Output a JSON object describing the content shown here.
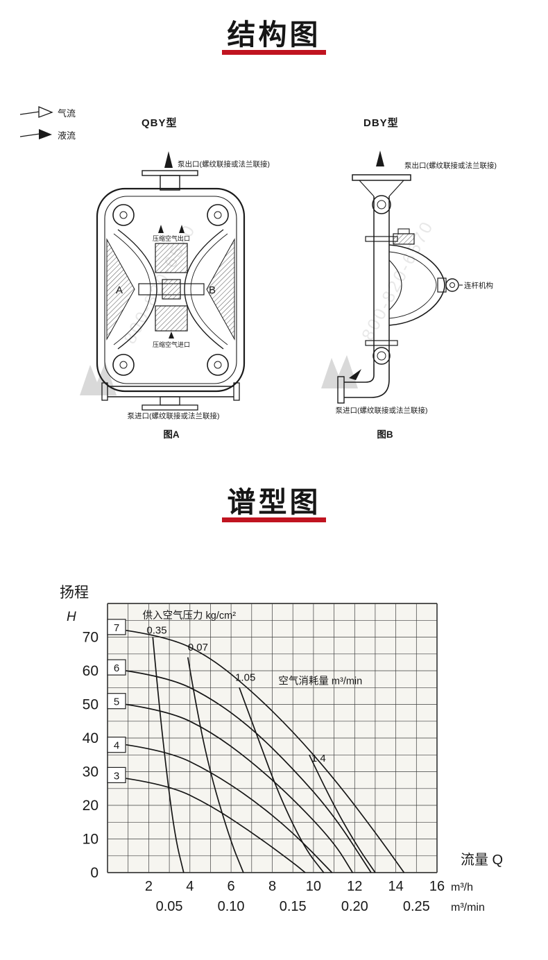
{
  "page": {
    "background": "#ffffff",
    "accent_red": "#c01420"
  },
  "watermark": {
    "phone": "800-820-6570"
  },
  "structure_section": {
    "title": "结构图",
    "legend": {
      "air_label": "气流",
      "liquid_label": "液流"
    },
    "qby": {
      "type_label": "QBY型",
      "outlet_label": "泵出口(螺纹联接或法兰联接)",
      "air_outlet_label": "压缩空气出口",
      "air_inlet_label": "压缩空气进口",
      "chamber_a_label": "A",
      "chamber_b_label": "B",
      "inlet_label": "泵进口(螺纹联接或法兰联接)",
      "caption": "图A"
    },
    "dby": {
      "type_label": "DBY型",
      "outlet_label": "泵出口(螺纹联接或法兰联接)",
      "rod_label": "连杆机构",
      "inlet_label": "泵进口(螺纹联接或法兰联接)",
      "caption": "图B"
    }
  },
  "performance_section": {
    "title": "谱型图"
  },
  "chart_data": {
    "type": "line",
    "ylabel": "扬程",
    "ylabel_symbol": "H",
    "xlabel": "流量 Q",
    "x_unit_row1": "m³/h",
    "x_unit_row2": "m³/min",
    "xlim": [
      0,
      16
    ],
    "ylim": [
      0,
      80
    ],
    "grid": true,
    "grid_step_x": 1,
    "grid_step_y": 5,
    "y_ticks": [
      70,
      60,
      50,
      40,
      30,
      20,
      10,
      0
    ],
    "x_ticks_m3h": [
      2,
      4,
      6,
      8,
      10,
      12,
      14,
      16
    ],
    "x_ticks_m3min": [
      {
        "label": "0.05",
        "x_m3h": 3
      },
      {
        "label": "0.10",
        "x_m3h": 6
      },
      {
        "label": "0.15",
        "x_m3h": 9
      },
      {
        "label": "0.20",
        "x_m3h": 12
      },
      {
        "label": "0.25",
        "x_m3h": 15
      }
    ],
    "pressure_boxes": [
      {
        "label": "7",
        "h": 73
      },
      {
        "label": "6",
        "h": 61
      },
      {
        "label": "5",
        "h": 51
      },
      {
        "label": "4",
        "h": 38
      },
      {
        "label": "3",
        "h": 29
      }
    ],
    "annotations": [
      {
        "text": "供入空气压力 kg/cm²",
        "x": 1.7,
        "y": 75.5
      },
      {
        "text": "0.35",
        "x": 1.9,
        "y": 71
      },
      {
        "text": "0.07",
        "x": 3.9,
        "y": 66
      },
      {
        "text": "1.05",
        "x": 6.2,
        "y": 57
      },
      {
        "text": "空气消耗量 m³/min",
        "x": 8.3,
        "y": 56
      },
      {
        "text": "1.4",
        "x": 9.9,
        "y": 33
      }
    ],
    "series": [
      {
        "name": "air-pressure-7",
        "points": [
          [
            0.9,
            72
          ],
          [
            3,
            70
          ],
          [
            5,
            64
          ],
          [
            7,
            54
          ],
          [
            9,
            42
          ],
          [
            11,
            28
          ],
          [
            13,
            12
          ],
          [
            14.4,
            0
          ]
        ]
      },
      {
        "name": "air-pressure-6",
        "points": [
          [
            0.9,
            60
          ],
          [
            3,
            58
          ],
          [
            5,
            52
          ],
          [
            7,
            43
          ],
          [
            9,
            31
          ],
          [
            11,
            17
          ],
          [
            12.8,
            0
          ]
        ]
      },
      {
        "name": "air-pressure-5",
        "points": [
          [
            0.9,
            50
          ],
          [
            3,
            48
          ],
          [
            5,
            42
          ],
          [
            7,
            33
          ],
          [
            9,
            22
          ],
          [
            11,
            9
          ],
          [
            11.9,
            0
          ]
        ]
      },
      {
        "name": "air-pressure-4",
        "points": [
          [
            0.9,
            38
          ],
          [
            3,
            36
          ],
          [
            5,
            30
          ],
          [
            7,
            22
          ],
          [
            9,
            12
          ],
          [
            10.9,
            0
          ]
        ]
      },
      {
        "name": "air-pressure-3",
        "points": [
          [
            0.9,
            28
          ],
          [
            3,
            26
          ],
          [
            5,
            20
          ],
          [
            7,
            12
          ],
          [
            9,
            3
          ],
          [
            9.6,
            0
          ]
        ]
      },
      {
        "name": "air-consumption-0.35",
        "points": [
          [
            2.2,
            70
          ],
          [
            2.5,
            50
          ],
          [
            2.9,
            28
          ],
          [
            3.3,
            10
          ],
          [
            3.7,
            0
          ]
        ]
      },
      {
        "name": "air-consumption-0.07",
        "points": [
          [
            3.9,
            64
          ],
          [
            4.4,
            46
          ],
          [
            5.1,
            27
          ],
          [
            6.0,
            9
          ],
          [
            6.6,
            0
          ]
        ]
      },
      {
        "name": "air-consumption-1.05",
        "points": [
          [
            6.4,
            55
          ],
          [
            7.3,
            40
          ],
          [
            8.4,
            22
          ],
          [
            9.6,
            7
          ],
          [
            10.5,
            0
          ]
        ]
      },
      {
        "name": "air-consumption-1.4",
        "points": [
          [
            9.8,
            35
          ],
          [
            10.8,
            22
          ],
          [
            12.1,
            8
          ],
          [
            13.0,
            0
          ]
        ]
      }
    ]
  }
}
